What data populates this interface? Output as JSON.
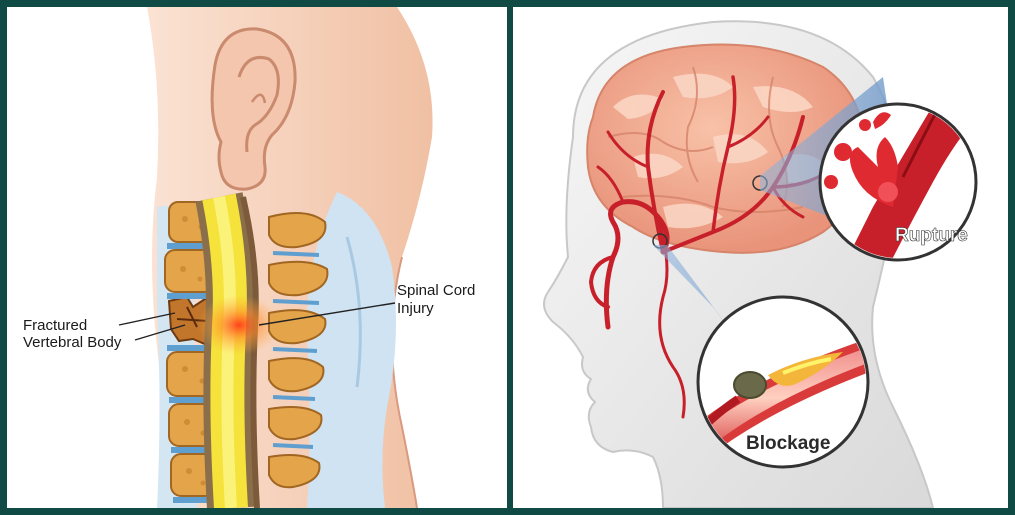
{
  "left_panel": {
    "labels": {
      "fractured_line1": "Fractured",
      "fractured_line2": "Vertebral Body",
      "spinal_line1": "Spinal Cord",
      "spinal_line2": "Injury"
    }
  },
  "right_panel": {
    "labels": {
      "rupture": "Rupture",
      "blockage": "Blockage"
    }
  },
  "colors": {
    "frame": "#0f4a44",
    "skin": "#f6d3bd",
    "vertebra": "#e3a44a",
    "spinal_cord": "#f5e23a",
    "brain": "#f0a98a",
    "artery": "#c8202a"
  }
}
